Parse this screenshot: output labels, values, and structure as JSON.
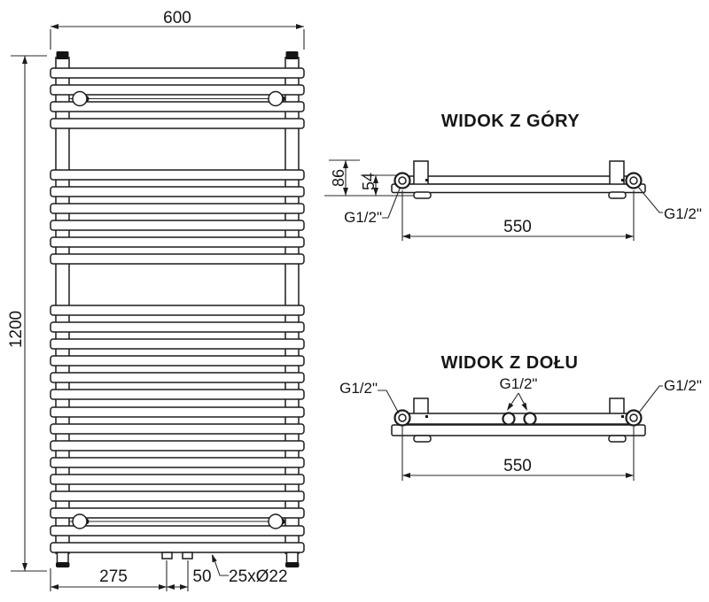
{
  "drawing": {
    "type": "technical-dimension-drawing",
    "subject": "towel-rail-radiator",
    "colors": {
      "line": "#1c1c1c",
      "background": "#ffffff"
    },
    "front_view": {
      "width_label": "600",
      "height_label": "1200",
      "left_offset_label": "275",
      "center_spacing_label": "50",
      "tube_spec_label": "25xØ22"
    },
    "top_view": {
      "title": "WIDOK Z GÓRY",
      "depth_label": "86",
      "axis_label": "54",
      "connection_span_label": "550",
      "left_connection_label": "G1/2\"",
      "right_connection_label": "G1/2\""
    },
    "bottom_view": {
      "title": "WIDOK Z DOŁU",
      "connection_span_label": "550",
      "left_connection_label": "G1/2\"",
      "center_connection_label": "G1/2\"",
      "right_connection_label": "G1/2\""
    }
  }
}
